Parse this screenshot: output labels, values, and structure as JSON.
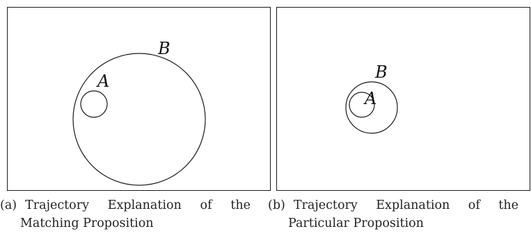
{
  "panels": [
    {
      "labels": {
        "outer": "B",
        "inner": "A"
      },
      "caption": {
        "tag": "(a)",
        "line1": [
          "Trajectory",
          "Explanation",
          "of",
          "the"
        ],
        "line2": "Matching Proposition"
      }
    },
    {
      "labels": {
        "outer": "B",
        "inner": "A"
      },
      "caption": {
        "tag": "(b)",
        "line1": [
          "Trajectory",
          "Explanation",
          "of",
          "the"
        ],
        "line2": "Particular Proposition"
      }
    }
  ],
  "colors": {
    "stroke": "#1a1a1a",
    "text": "#222222",
    "background": "#ffffff"
  }
}
